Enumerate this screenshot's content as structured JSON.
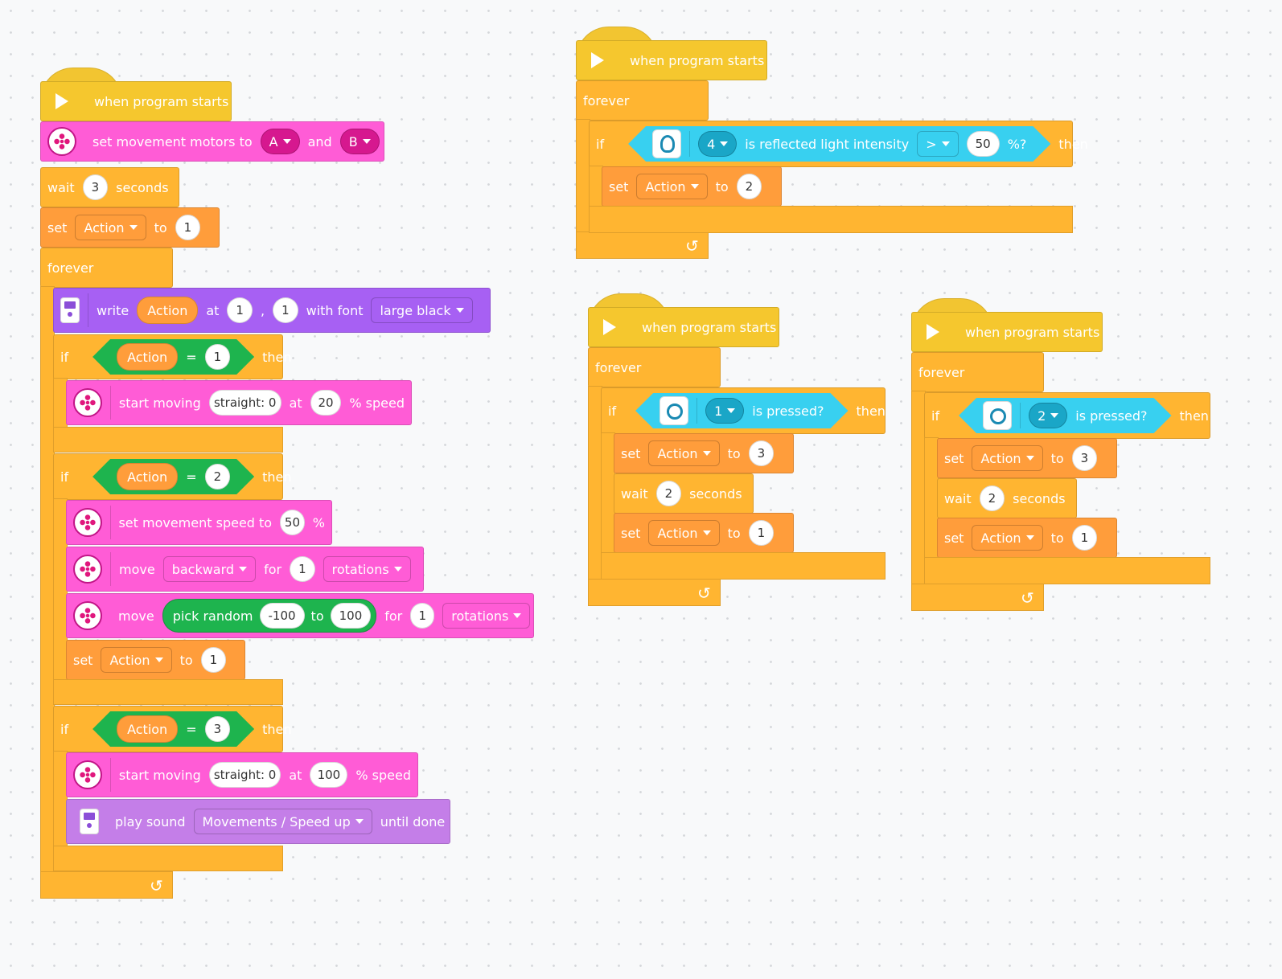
{
  "labels": {
    "when_program_starts": "when program starts",
    "set_movement_motors_to": "set movement motors to",
    "and": "and",
    "wait": "wait",
    "seconds": "seconds",
    "set": "set",
    "to": "to",
    "forever": "forever",
    "write": "write",
    "at": "at",
    "comma": ",",
    "with_font": "with font",
    "if": "if",
    "then": "then",
    "eq": "=",
    "start_moving": "start moving",
    "pct_speed": "% speed",
    "set_movement_speed_to": "set movement speed to",
    "pct": "%",
    "move": "move",
    "for": "for",
    "pick_random": "pick random",
    "play_sound": "play sound",
    "until_done": "until done",
    "is_reflected_light_intensity": "is reflected light intensity",
    "pct_q": "%?",
    "is_pressed": "is pressed?"
  },
  "variable": "Action",
  "script1": {
    "motor_a": "A",
    "motor_b": "B",
    "wait_seconds": "3",
    "init_value": "1",
    "write_x": "1",
    "write_y": "1",
    "font": "large black",
    "if1_value": "1",
    "if1_direction": "straight: 0",
    "if1_speed": "20",
    "if2_value": "2",
    "if2_speed": "50",
    "if2_move_dir": "backward",
    "if2_move_amount": "1",
    "if2_unit": "rotations",
    "rand_min": "-100",
    "rand_max": "100",
    "if2_rand_amount": "1",
    "if2_rand_unit": "rotations",
    "if2_set_value": "1",
    "if3_value": "3",
    "if3_direction": "straight: 0",
    "if3_speed": "100",
    "sound": "Movements / Speed up"
  },
  "script2": {
    "port": "4",
    "comparator": ">",
    "threshold": "50",
    "set_value": "2"
  },
  "script3": {
    "port": "1",
    "set_value": "3",
    "wait_seconds": "2",
    "reset_value": "1"
  },
  "script4": {
    "port": "2",
    "set_value": "3",
    "wait_seconds": "2",
    "reset_value": "1"
  },
  "icons": {
    "start": "play-icon",
    "motor": "motor-icon",
    "display": "hub-display-icon",
    "sound": "hub-sound-icon",
    "color_sensor": "color-sensor-icon",
    "force_sensor": "force-sensor-icon",
    "loop": "loop-arrow-icon"
  },
  "colors": {
    "events": "#f5c72e",
    "control": "#ffb531",
    "variables": "#ff9d3b",
    "motors": "#ff5cd6",
    "display": "#a760f3",
    "sound": "#c47ee8",
    "sensors": "#38d0f0",
    "operators": "#1eb44e"
  }
}
